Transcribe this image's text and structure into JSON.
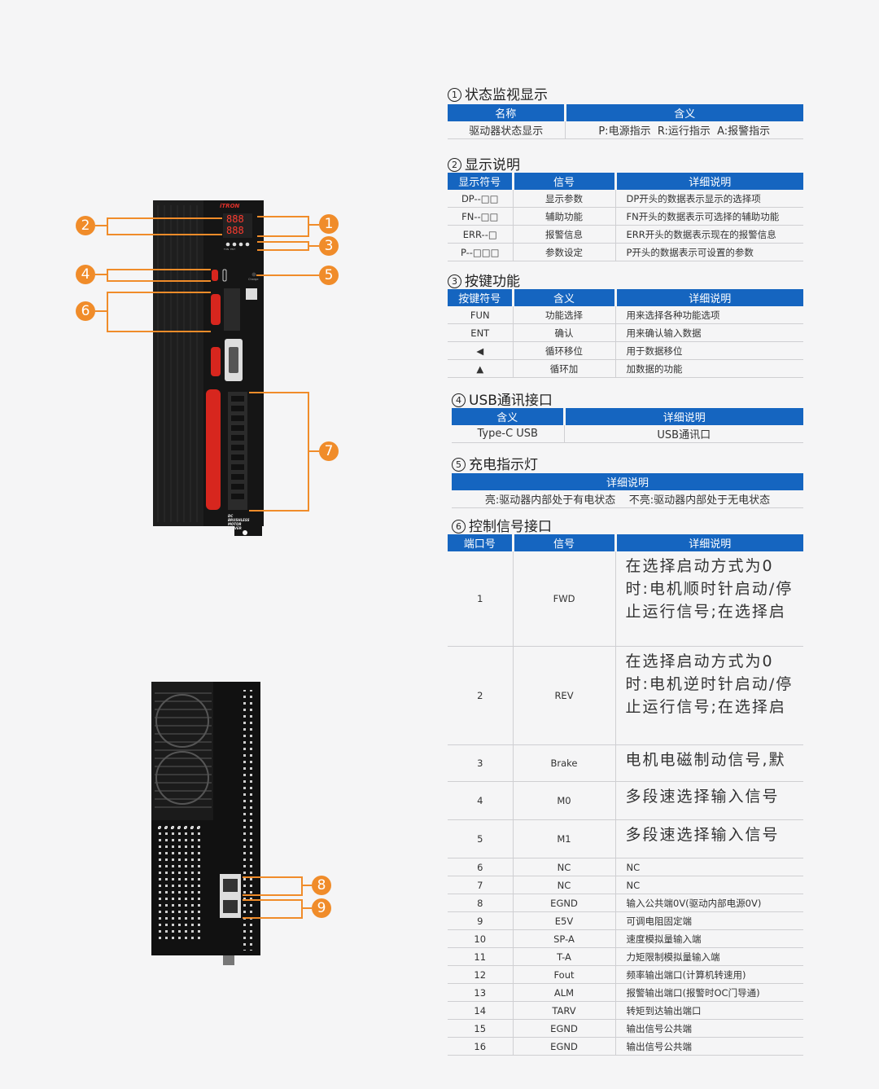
{
  "sections": {
    "s1": {
      "num": "1",
      "title": "状态监视显示",
      "headers": [
        "名称",
        "含义"
      ],
      "rows": [
        [
          "驱动器状态显示",
          "P:电源指示  R:运行指示  A:报警指示"
        ]
      ]
    },
    "s2": {
      "num": "2",
      "title": "显示说明",
      "headers": [
        "显示符号",
        "信号",
        "详细说明"
      ],
      "rows": [
        [
          "DP--□□",
          "显示参数",
          "DP开头的数据表示显示的选择项"
        ],
        [
          "FN--□□",
          "辅助功能",
          "FN开头的数据表示可选择的辅助功能"
        ],
        [
          "ERR--□",
          "报警信息",
          "ERR开头的数据表示现在的报警信息"
        ],
        [
          "P--□□□",
          "参数设定",
          "P开头的数据表示可设置的参数"
        ]
      ]
    },
    "s3": {
      "num": "3",
      "title": "按键功能",
      "headers": [
        "按键符号",
        "含义",
        "详细说明"
      ],
      "rows": [
        [
          "FUN",
          "功能选择",
          "用来选择各种功能选项"
        ],
        [
          "ENT",
          "确认",
          "用来确认输入数据"
        ],
        [
          "◀",
          "循环移位",
          "用于数据移位"
        ],
        [
          "▲",
          "循环加",
          "加数据的功能"
        ]
      ]
    },
    "s4": {
      "num": "4",
      "title": "USB通讯接口",
      "headers": [
        "含义",
        "详细说明"
      ],
      "rows": [
        [
          "Type-C USB",
          "USB通讯口"
        ]
      ]
    },
    "s5": {
      "num": "5",
      "title": "充电指示灯",
      "headers": [
        "详细说明"
      ],
      "rows": [
        [
          "亮:驱动器内部处于有电状态    不亮:驱动器内部处于无电状态"
        ]
      ]
    },
    "s6": {
      "num": "6",
      "title": "控制信号接口",
      "headers": [
        "端口号",
        "信号",
        "详细说明"
      ],
      "big_rows": [
        [
          "1",
          "FWD",
          "在选择启动方式为0时:电机顺时针启动/停止运行信号;在选择启"
        ],
        [
          "2",
          "REV",
          "在选择启动方式为0时:电机逆时针启动/停止运行信号;在选择启"
        ],
        [
          "3",
          "Brake",
          "电机电磁制动信号,默"
        ],
        [
          "4",
          "M0",
          "多段速选择输入信号"
        ],
        [
          "5",
          "M1",
          "多段速选择输入信号"
        ]
      ],
      "rows": [
        [
          "6",
          "NC",
          "NC"
        ],
        [
          "7",
          "NC",
          "NC"
        ],
        [
          "8",
          "EGND",
          "输入公共端0V(驱动内部电源0V)"
        ],
        [
          "9",
          "E5V",
          "可调电阻固定端"
        ],
        [
          "10",
          "SP-A",
          "速度模拟量输入端"
        ],
        [
          "11",
          "T-A",
          "力矩限制模拟量输入端"
        ],
        [
          "12",
          "Fout",
          "频率输出端口(计算机转速用)"
        ],
        [
          "13",
          "ALM",
          "报警输出端口(报警时OC门导通)"
        ],
        [
          "14",
          "TARV",
          "转矩到达输出端口"
        ],
        [
          "15",
          "EGND",
          "输出信号公共端"
        ],
        [
          "16",
          "EGND",
          "输出信号公共端"
        ]
      ]
    }
  },
  "device_front": {
    "brand": "iTRON",
    "display_top": "888",
    "display_bottom": "888",
    "keys_label": "FUN  ENT",
    "charge_label": "Charge",
    "model_label": "DC BRUSHLESS MOTOR DRIVER"
  },
  "callouts": [
    "1",
    "2",
    "3",
    "4",
    "5",
    "6",
    "7",
    "8",
    "9"
  ],
  "colors": {
    "header_blue": "#1565c0",
    "callout_orange": "#f08c2a",
    "terminal_red": "#d7261e",
    "device_black": "#151515"
  }
}
